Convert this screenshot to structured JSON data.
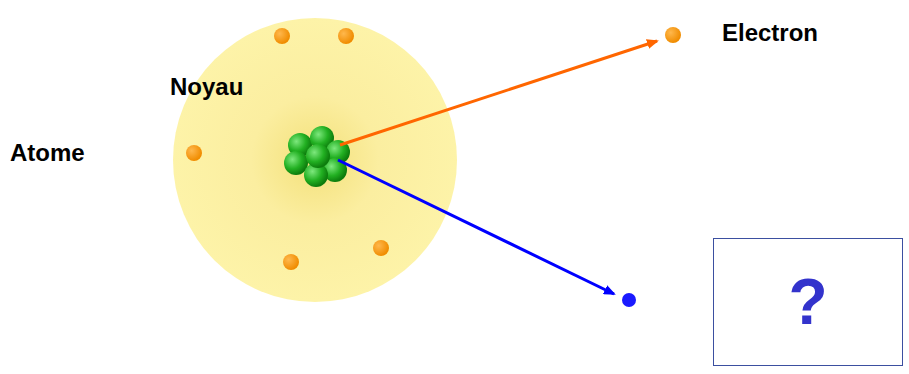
{
  "diagram": {
    "nodes": [
      {
        "text": [
          "?"
        ]
      }
    ],
    "labels": [
      "Atome",
      "Noyau",
      "Electron"
    ]
  }
}
